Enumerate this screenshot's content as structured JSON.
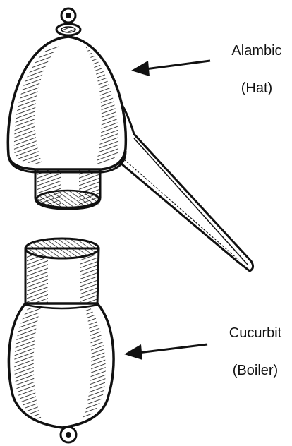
{
  "labels": {
    "alambic": {
      "name": "Alambic",
      "sub": "(Hat)"
    },
    "cucurbit": {
      "name": "Cucurbit",
      "sub": "(Boiler)"
    }
  },
  "colors": {
    "ink": "#111111",
    "paper": "#ffffff"
  }
}
